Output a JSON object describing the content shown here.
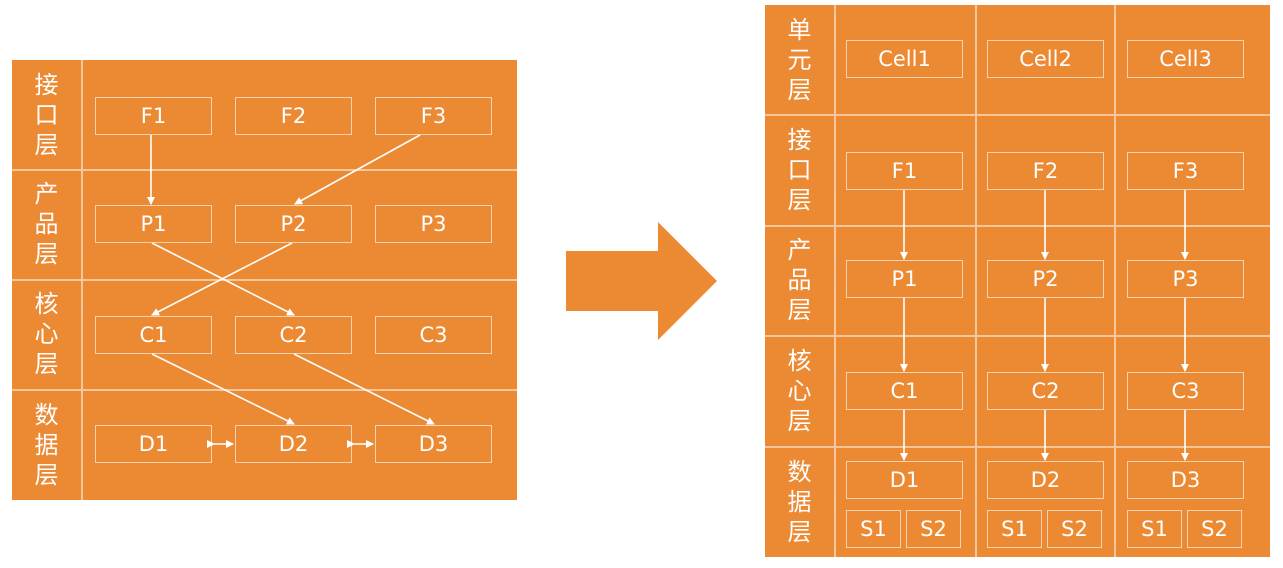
{
  "left": {
    "layers": [
      [
        "接",
        "口",
        "层"
      ],
      [
        "产",
        "品",
        "层"
      ],
      [
        "核",
        "心",
        "层"
      ],
      [
        "数",
        "据",
        "层"
      ]
    ],
    "rows": [
      [
        "F1",
        "F2",
        "F3"
      ],
      [
        "P1",
        "P2",
        "P3"
      ],
      [
        "C1",
        "C2",
        "C3"
      ],
      [
        "D1",
        "D2",
        "D3"
      ]
    ]
  },
  "right": {
    "layers": [
      [
        "单",
        "元",
        "层"
      ],
      [
        "接",
        "口",
        "层"
      ],
      [
        "产",
        "品",
        "层"
      ],
      [
        "核",
        "心",
        "层"
      ],
      [
        "数",
        "据",
        "层"
      ]
    ],
    "columns": [
      {
        "cell": "Cell1",
        "f": "F1",
        "p": "P1",
        "c": "C1",
        "d": "D1",
        "s": [
          "S1",
          "S2"
        ]
      },
      {
        "cell": "Cell2",
        "f": "F2",
        "p": "P2",
        "c": "C2",
        "d": "D2",
        "s": [
          "S1",
          "S2"
        ]
      },
      {
        "cell": "Cell3",
        "f": "F3",
        "p": "P3",
        "c": "C3",
        "d": "D3",
        "s": [
          "S1",
          "S2"
        ]
      }
    ]
  },
  "colors": {
    "background": "#ec8a34",
    "separator": "#f6c79c",
    "box_border": "#f8d2ae",
    "text": "#ffffff"
  }
}
